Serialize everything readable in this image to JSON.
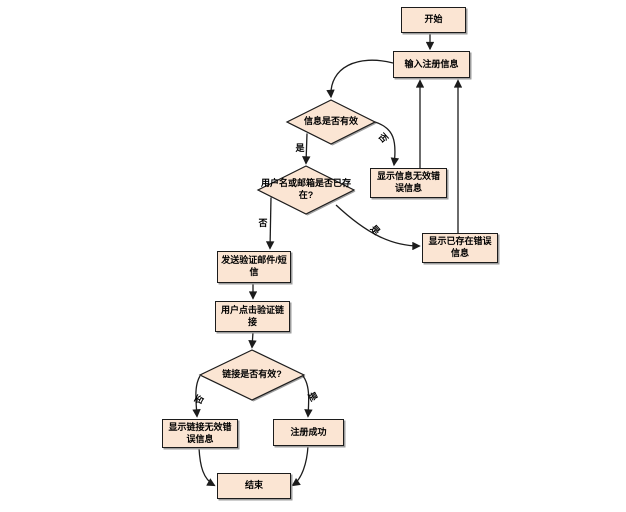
{
  "diagram": {
    "type": "flowchart",
    "language": "zh-CN",
    "colors": {
      "node_fill": "#fbe5d3",
      "node_border": "#1c1c1c",
      "edge_color": "#1c1c1c",
      "shadow": "#9e9e9e",
      "background": "#ffffff"
    },
    "nodes": {
      "start": {
        "label": "开始",
        "shape": "rectangle"
      },
      "input_info": {
        "label": "输入注册信息",
        "shape": "rectangle"
      },
      "check_valid": {
        "label": "信息是否有效",
        "shape": "diamond"
      },
      "invalid_info": {
        "label": "显示信息无效错误信息",
        "shape": "rectangle"
      },
      "check_exists": {
        "label": "用户名或邮箱是否已存在?",
        "shape": "diamond"
      },
      "exists_error": {
        "label": "显示已存在错误信息",
        "shape": "rectangle"
      },
      "send_mail": {
        "label": "发送验证邮件/短信",
        "shape": "rectangle"
      },
      "click_link": {
        "label": "用户点击验证链接",
        "shape": "rectangle"
      },
      "check_link": {
        "label": "链接是否有效?",
        "shape": "diamond"
      },
      "link_error": {
        "label": "显示链接无效错误信息",
        "shape": "rectangle"
      },
      "success": {
        "label": "注册成功",
        "shape": "rectangle"
      },
      "end": {
        "label": "结束",
        "shape": "rectangle"
      }
    },
    "edges": [
      {
        "from": "start",
        "to": "input_info",
        "label": ""
      },
      {
        "from": "input_info",
        "to": "check_valid",
        "label": ""
      },
      {
        "from": "check_valid",
        "to": "check_exists",
        "label": "是"
      },
      {
        "from": "check_valid",
        "to": "invalid_info",
        "label": "否"
      },
      {
        "from": "invalid_info",
        "to": "input_info",
        "label": ""
      },
      {
        "from": "check_exists",
        "to": "send_mail",
        "label": "否"
      },
      {
        "from": "check_exists",
        "to": "exists_error",
        "label": "是"
      },
      {
        "from": "exists_error",
        "to": "input_info",
        "label": ""
      },
      {
        "from": "send_mail",
        "to": "click_link",
        "label": ""
      },
      {
        "from": "click_link",
        "to": "check_link",
        "label": ""
      },
      {
        "from": "check_link",
        "to": "link_error",
        "label": "否"
      },
      {
        "from": "check_link",
        "to": "success",
        "label": "是"
      },
      {
        "from": "link_error",
        "to": "end",
        "label": ""
      },
      {
        "from": "success",
        "to": "end",
        "label": ""
      }
    ]
  }
}
